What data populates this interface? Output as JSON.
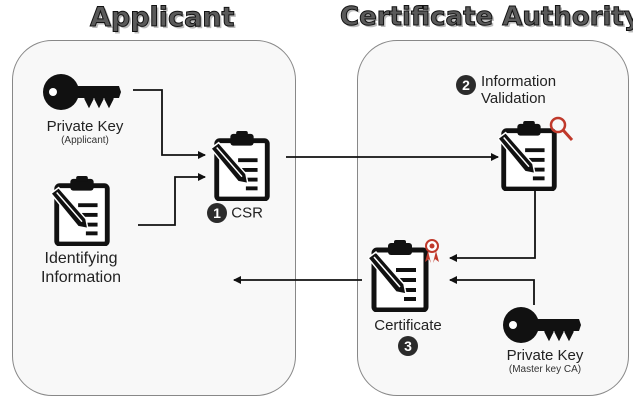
{
  "headings": {
    "applicant": "Applicant",
    "ca": "Certificate Authority"
  },
  "nodes": {
    "private_key_applicant": {
      "label": "Private Key",
      "sublabel": "(Applicant)"
    },
    "identifying_info": {
      "line1": "Identifying",
      "line2": "Information"
    },
    "csr": {
      "step": "1",
      "label": "CSR"
    },
    "validation": {
      "step": "2",
      "line1": "Information",
      "line2": "Validation"
    },
    "certificate": {
      "label": "Certificate",
      "step": "3"
    },
    "private_key_ca": {
      "label": "Private Key",
      "sublabel": "(Master key CA)"
    }
  },
  "colors": {
    "icon": "#111111",
    "accent": "#c0392b",
    "badge": "#2b2b2b",
    "panel_border": "#888888"
  },
  "icons": [
    "key-icon",
    "clipboard-icon",
    "magnifier-icon",
    "ribbon-icon"
  ]
}
